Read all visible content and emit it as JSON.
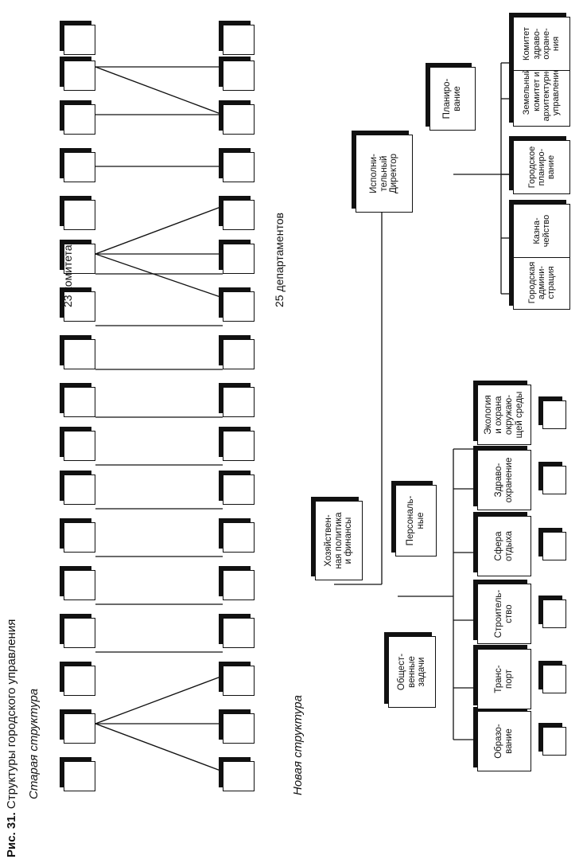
{
  "figure": {
    "number": "Рис. 31.",
    "title": "Структуры городского управления"
  },
  "old_structure": {
    "label": "Старая структура",
    "committees_label": "23 комитета",
    "departments_label": "25 департаментов"
  },
  "new_structure": {
    "label": "Новая структура",
    "top": "Исполни-\nтельный\nДиректор",
    "left_branch": {
      "label": "Хозяйствен-\nная политика\nи финансы",
      "public_tasks": {
        "label": "Общест-\nвенные\nзадачи",
        "units": [
          "Образо-\nвание",
          "Транс-\nпорт",
          "Строитель-\nство"
        ]
      },
      "personal": {
        "label": "Персональ-\nные",
        "units": [
          "Сфера\nотдыха",
          "Здраво-\nохранение",
          "Экология\nи охрана\nокружаю-\nщей среды"
        ]
      }
    },
    "right_branch": {
      "planning": "Планиро-\nвание",
      "units": [
        "Городская\nадмини-\nстрация",
        "Казна-\nчейство",
        "Городское\nпланиро-\nвание",
        "Земельный\nкомитет и\nархитектурное\nуправление",
        "Комитет\nздраво-\nохране-\nния"
      ]
    }
  }
}
